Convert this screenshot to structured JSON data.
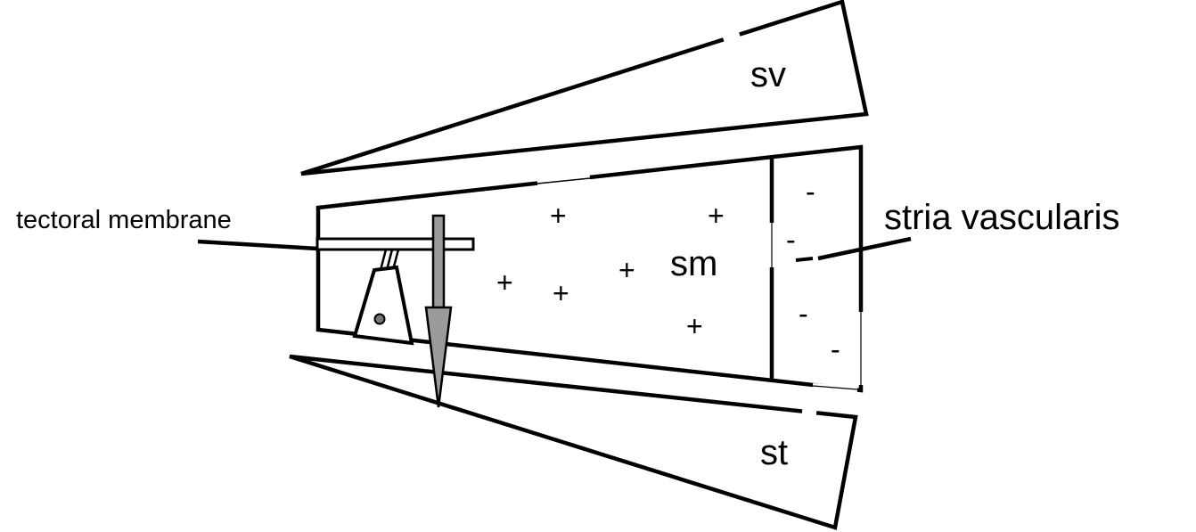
{
  "labels": {
    "sv": "sv",
    "sm": "sm",
    "st": "st",
    "tectoral_membrane": "tectoral membrane",
    "stria_vascularis": "stria vascularis"
  },
  "charges": {
    "plus": "+",
    "minus": "-"
  },
  "colors": {
    "stroke": "#000000",
    "background": "#ffffff",
    "arrow_fill": "#9a9a9a"
  }
}
